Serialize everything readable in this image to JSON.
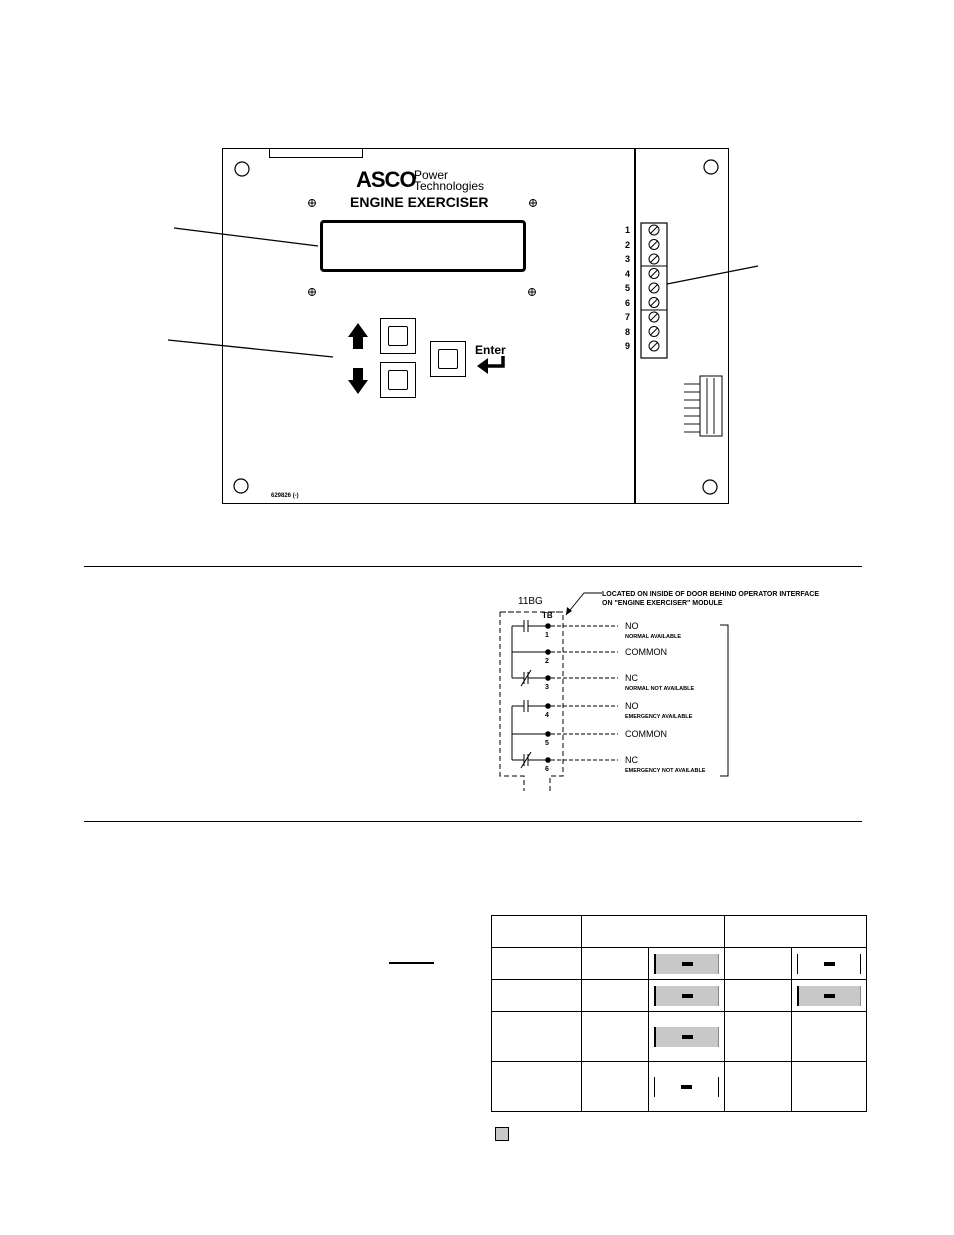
{
  "module": {
    "brand": "ASCO",
    "brand_line1": "Power",
    "brand_line2": "Technologies",
    "title": "ENGINE EXERCISER",
    "enter_label": "Enter",
    "part_number": "629826 (-)",
    "terminals": [
      "1",
      "2",
      "3",
      "4",
      "5",
      "6",
      "7",
      "8",
      "9"
    ]
  },
  "schematic": {
    "relay_label": "11BG",
    "tb_label": "TB",
    "note_line1": "LOCATED ON INSIDE OF DOOR BEHIND OPERATOR INTERFACE",
    "note_line2": "ON \"ENGINE EXERCISER\" MODULE",
    "terminals": [
      {
        "num": "1",
        "label": "NO",
        "sublabel": "NORMAL AVAILABLE"
      },
      {
        "num": "2",
        "label": "COMMON",
        "sublabel": ""
      },
      {
        "num": "3",
        "label": "NC",
        "sublabel": "NORMAL NOT AVAILABLE"
      },
      {
        "num": "4",
        "label": "NO",
        "sublabel": "EMERGENCY AVAILABLE"
      },
      {
        "num": "5",
        "label": "COMMON",
        "sublabel": ""
      },
      {
        "num": "6",
        "label": "NC",
        "sublabel": "EMERGENCY NOT AVAILABLE"
      }
    ]
  },
  "table": {
    "rows": [
      {
        "left": "shaded",
        "right": "plain"
      },
      {
        "left": "shaded",
        "right": "shaded"
      },
      {
        "left": "shaded",
        "right": "none"
      },
      {
        "left": "plain",
        "right": "none"
      }
    ]
  },
  "colors": {
    "shade": "#c8c8c8",
    "ink": "#000000"
  }
}
